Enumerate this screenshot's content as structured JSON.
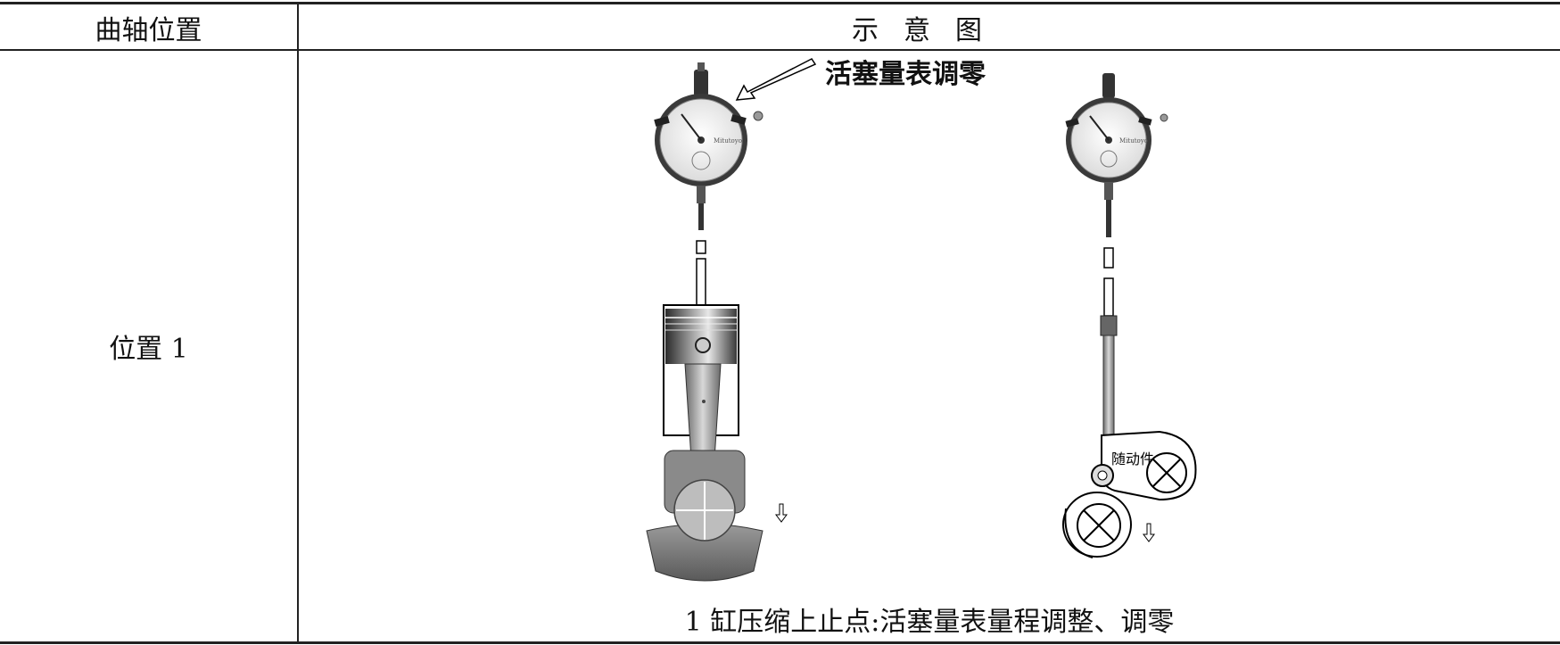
{
  "header": {
    "col1": "曲轴位置",
    "col2": "示意图"
  },
  "row": {
    "position": "位置 1"
  },
  "figure": {
    "annotation": "活塞量表调零",
    "follower_label": "随动件",
    "caption": "1 缸压缩上止点:活塞量表量程调整、调零"
  }
}
